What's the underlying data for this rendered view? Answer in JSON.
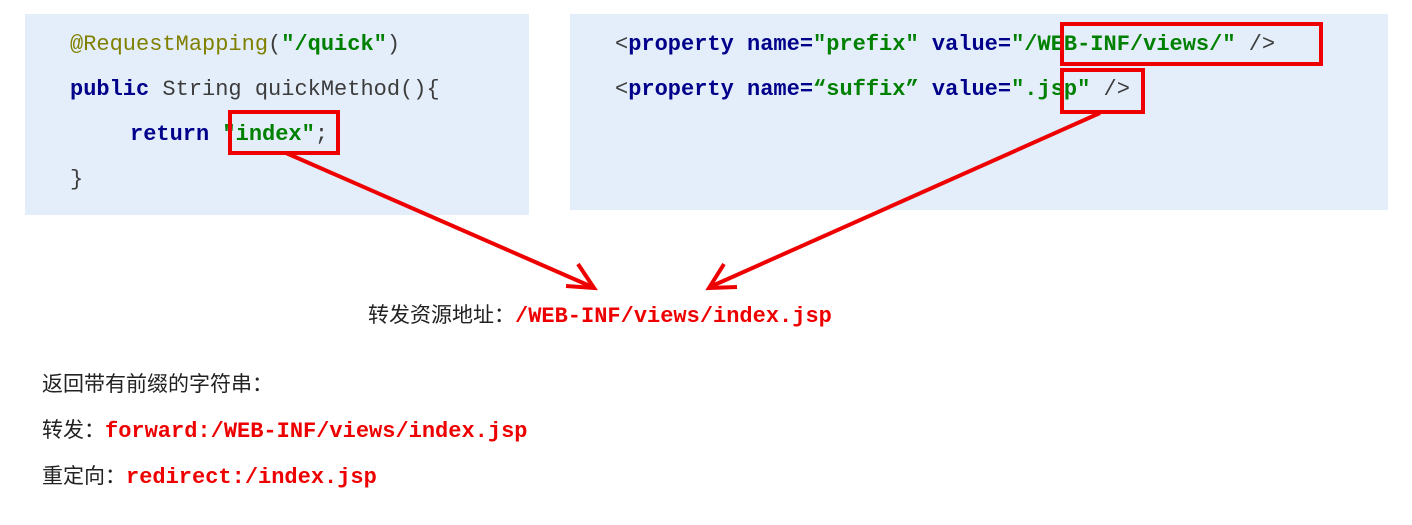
{
  "left_code": {
    "line1_annotation": "@RequestMapping",
    "line1_open": "(",
    "line1_string": "\"/quick\"",
    "line1_close": ")",
    "line2_keyword": "public",
    "line2_rest": " String quickMethod(){",
    "line3_keyword": "return",
    "line3_string": "\"index\"",
    "line3_end": ";",
    "line4": "}"
  },
  "right_code": {
    "line1_lt": "<",
    "line1_tag": "property",
    "line1_attr_name": "name=",
    "line1_name_value": "\"prefix\"",
    "line1_attr_value": "value=",
    "line1_value": "\"/WEB-INF/views/\"",
    "line1_end": " />",
    "line2_lt": "<",
    "line2_tag": "property",
    "line2_attr_name": "name=",
    "line2_name_value": "“suffix”",
    "line2_attr_value": "value=",
    "line2_value": "\".jsp\"",
    "line2_end": " />"
  },
  "result": {
    "label": "转发资源地址：",
    "value": "/WEB-INF/views/index.jsp"
  },
  "notes": {
    "heading": "返回带有前缀的字符串：",
    "forward_label": "转发：",
    "forward_value": "forward:/WEB-INF/views/index.jsp",
    "redirect_label": "重定向：",
    "redirect_value": "redirect:/index.jsp"
  },
  "colors": {
    "panel_bg": "#e3eefa",
    "highlight_red": "#ee0000",
    "keyword_navy": "#00008b",
    "string_green": "#008000",
    "annotation_olive": "#808000"
  }
}
